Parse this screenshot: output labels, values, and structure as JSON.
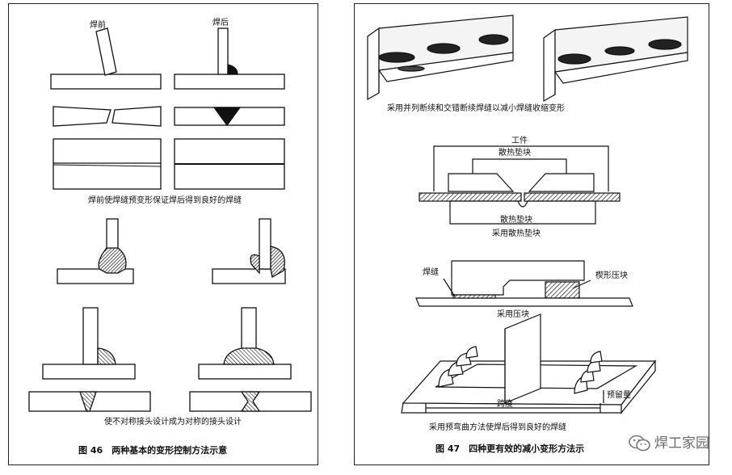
{
  "left": {
    "label_before": "焊前",
    "label_after": "焊后",
    "caption_top": "焊前使焊缝预变形保证焊后得到良好的焊缝",
    "caption_bottom": "使不对称接头设计成为对称的接头设计",
    "figure_title": "图 46　两种基本的变形控制方法示意"
  },
  "right": {
    "caption_intermittent": "采用并列断续和交错断续焊缝以减小焊缝收缩变形",
    "label_workpiece": "工件",
    "label_heat_sink_top": "散热垫块",
    "label_heat_sink_bottom": "散热垫块",
    "caption_heat_sink": "采用散热垫块",
    "label_weld": "焊缝",
    "label_wedge": "楔形压块",
    "caption_clamp": "采用压块",
    "label_preset": "预留量",
    "label_span": "跨度",
    "caption_prebend": "采用预弯曲方法使焊后得到良好的焊缝",
    "figure_title": "图 47　四种更有效的减小变形方法示"
  },
  "watermark": {
    "text": "焊工家园",
    "icon": "wechat-logo-icon"
  }
}
